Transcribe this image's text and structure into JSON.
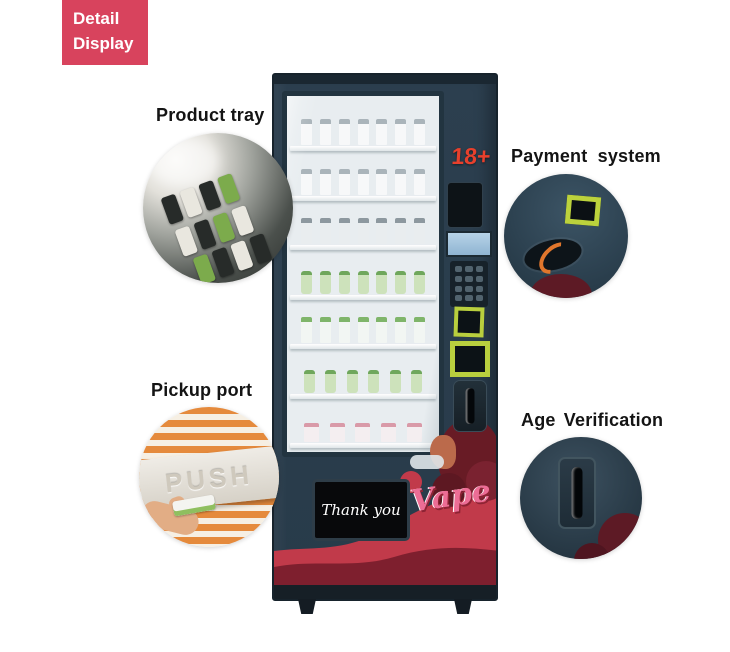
{
  "badge": {
    "label": "Detail Display"
  },
  "callouts": {
    "product_tray": "Product tray",
    "pickup_port": "Pickup port",
    "payment_system": "Payment system",
    "age_verification": "Age Verification"
  },
  "pickup_photo": {
    "push_label": "PUSH"
  },
  "machine": {
    "age_restriction_label": "18+",
    "screen_text": "Thank you",
    "brand_text": "Vape",
    "shelves": {
      "rows": [
        {
          "style": "bottle-white",
          "count": 7
        },
        {
          "style": "bottle-white",
          "count": 7
        },
        {
          "style": "bottle-gray",
          "count": 7
        },
        {
          "style": "pouch-green",
          "count": 7
        },
        {
          "style": "bottle-mint",
          "count": 7
        },
        {
          "style": "pouch-green",
          "count": 6
        },
        {
          "style": "box-pink",
          "count": 5
        }
      ]
    },
    "keypad": {
      "buttons": 12
    }
  },
  "colors": {
    "badge_bg": "#d8435d",
    "machine_body": "#2c3f4f",
    "accent_red": "#c13a4a",
    "accent_maroon": "#8e2334",
    "lime_green": "#b9cf3e",
    "brand_pink": "#ec6d95",
    "age_label_red": "#e8402c",
    "pickup_orange": "#e58a3c"
  }
}
